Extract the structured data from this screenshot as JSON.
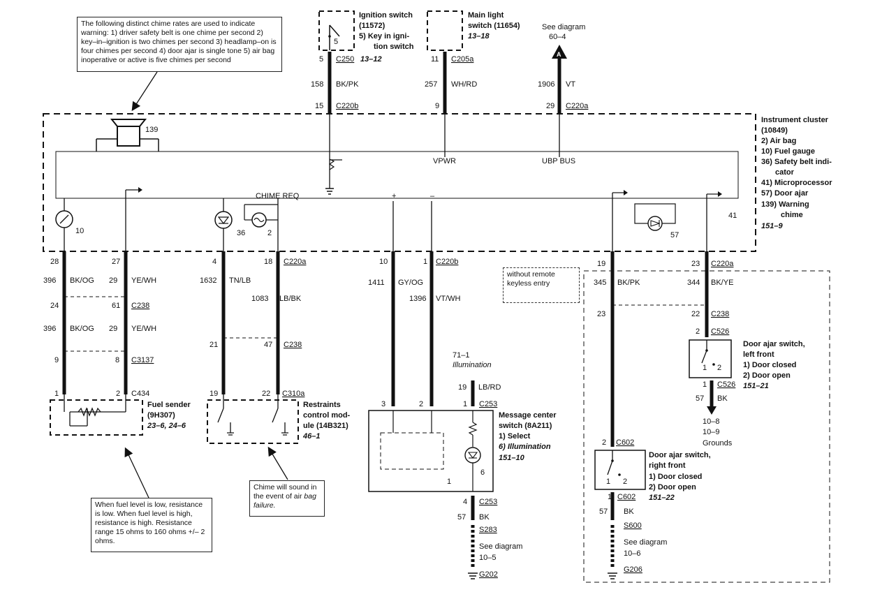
{
  "notes": {
    "chime_rates": "The following distinct chime rates are used to indicate warning: 1) driver safety belt is one chime per second 2) key–in–ignition is two chimes per second 3) headlamp–on is four chimes per second 4) door ajar is single tone 5) air bag inoperative or active is five chimes per second",
    "fuel_level": "When fuel level is low, resistance is low. When fuel level is high, resistance is high. Resistance range 15 ohms to 160 ohms +/– 2 ohms.",
    "chime_air_bag_a": "Chime will sound in the event of air ",
    "chime_air_bag_b": "bag failure.",
    "remote_keyless": "without remote keyless entry"
  },
  "components": {
    "ignition_switch": {
      "l1": "Ignition switch",
      "l2": "(11572)",
      "l3": "5)   Key in igni-",
      "l4": "tion switch",
      "page": "13–12",
      "num": "5"
    },
    "main_light_switch": {
      "l1": "Main light",
      "l2": "switch (11654)",
      "page": "13–18"
    },
    "see_diagram_top": {
      "l1": "See diagram",
      "l2": "60–4",
      "arrow": "A"
    },
    "instrument_cluster": {
      "l1": "Instrument cluster",
      "l2": "(10849)",
      "i2": "2)   Air bag",
      "i10": "10)  Fuel gauge",
      "i36a": "36)  Safety belt indi-",
      "i36b": "cator",
      "i41": "41)  Microprocessor",
      "i57": "57)  Door ajar",
      "i139a": "139)  Warning",
      "i139b": "chime",
      "page": "151–9",
      "vpwr": "VPWR",
      "ubp": "UBP BUS",
      "chime_req": "CHIME REQ",
      "n139": "139",
      "n10": "10",
      "n36": "36",
      "n2": "2",
      "n57": "57",
      "n41": "41",
      "plus": "+",
      "minus": "–"
    },
    "fuel_sender": {
      "l1": "Fuel sender",
      "l2": "(9H307)",
      "page": "23–6, 24–6"
    },
    "restraints": {
      "l1": "Restraints",
      "l2": "control mod-",
      "l3": "ule (14B321)",
      "page": "46–1"
    },
    "message_center": {
      "l1": "Message center",
      "l2": "switch (8A211)",
      "i1": "1)   Select",
      "i6": "6)   Illumination",
      "page": "151–10",
      "n1": "1",
      "n6": "6"
    },
    "door_ajar_lf": {
      "l1": "Door ajar switch,",
      "l2": "left front",
      "i1": "1)   Door closed",
      "i2": "2)   Door open",
      "page": "151–21",
      "n1": "1",
      "n2": "2"
    },
    "door_ajar_rf": {
      "l1": "Door ajar switch,",
      "l2": "right front",
      "i1": "1)   Door closed",
      "i2": "2)   Door open",
      "page": "151–22",
      "n1": "1",
      "n2": "2"
    },
    "illumination_ref": {
      "l1": "71–1",
      "l2": "Illumination"
    },
    "grounds_ref": {
      "l1": "10–8",
      "l2": "10–9",
      "l3": "Grounds"
    },
    "see_diagram_g202": {
      "l1": "See diagram",
      "l2": "10–5"
    },
    "see_diagram_g206": {
      "l1": "See diagram",
      "l2": "10–6"
    }
  },
  "wires": {
    "ign": {
      "pin_top": "5",
      "conn_top": "C250",
      "circuit": "158",
      "color": "BK/PK",
      "pin_bot": "15",
      "conn_bot": "C220b"
    },
    "light": {
      "pin_top": "11",
      "conn_top": "C205a",
      "circuit": "257",
      "color": "WH/RD",
      "pin_bot": "9"
    },
    "vt": {
      "circuit": "1906",
      "color": "VT",
      "pin_bot": "29",
      "conn_bot": "C220a"
    },
    "fuel_a": {
      "p1": "28",
      "circuit": "396",
      "color": "BK/OG",
      "p2": "24",
      "p3": "9",
      "p4": "1"
    },
    "fuel_b": {
      "p1": "27",
      "circuit": "29",
      "color": "YE/WH",
      "p2": "61",
      "conn2": "C238",
      "p3": "8",
      "conn3": "C3137",
      "p4": "2",
      "conn4": "C434"
    },
    "rcm_a": {
      "p1": "4",
      "circuit": "1632",
      "color": "TN/LB",
      "p2": "21",
      "p3": "19"
    },
    "rcm_b": {
      "p1": "18",
      "conn1": "C220a",
      "circuit": "1083",
      "color": "LB/BK",
      "p2": "47",
      "conn2": "C238",
      "p3": "22",
      "conn3": "C310a"
    },
    "msg_a": {
      "p1": "10",
      "circuit": "1411",
      "color": "GY/OG",
      "p2": "3"
    },
    "msg_b": {
      "p1": "1",
      "conn1": "C220b",
      "circuit": "1396",
      "color": "VT/WH",
      "p2": "2"
    },
    "msg_c": {
      "pin_top": "19",
      "color": "LB/RD",
      "p1": "1",
      "conn1": "C253",
      "p2": "4",
      "conn2": "C253",
      "circuit": "57",
      "color2": "BK",
      "splice": "S283",
      "ground": "G202"
    },
    "door_rf": {
      "p1": "19",
      "circuit": "345",
      "color": "BK/PK",
      "p2": "23",
      "p3": "2",
      "conn3": "C602",
      "p4": "1",
      "conn4": "C602",
      "circuit2": "57",
      "color2": "BK",
      "splice": "S600",
      "ground": "G206"
    },
    "door_lf": {
      "p1": "23",
      "conn1": "C220a",
      "circuit": "344",
      "color": "BK/YE",
      "p2": "22",
      "conn2": "C238",
      "p3": "2",
      "conn3": "C526",
      "p4": "1",
      "conn4": "C526",
      "circuit2": "57",
      "color2": "BK"
    }
  }
}
